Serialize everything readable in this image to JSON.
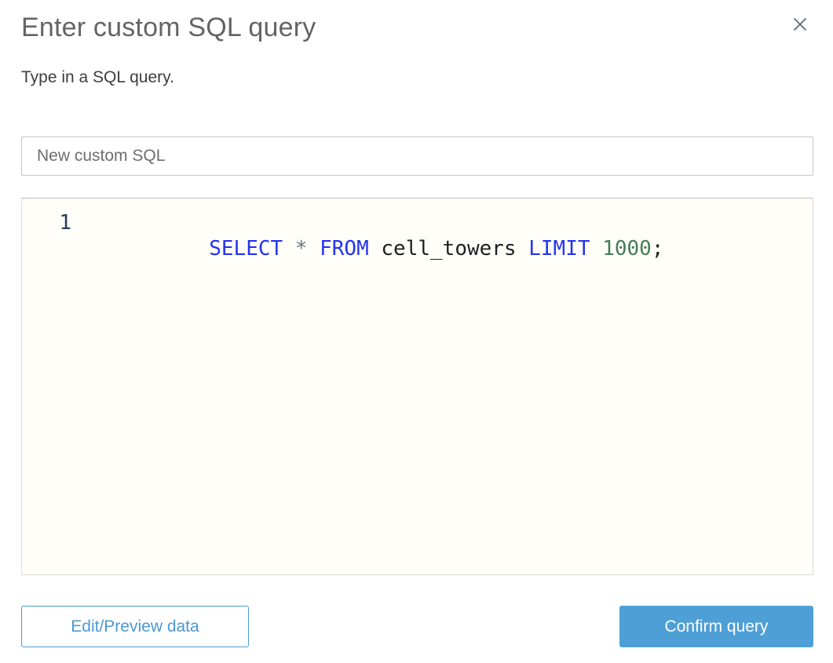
{
  "dialog": {
    "title": "Enter custom SQL query",
    "subtitle": "Type in a SQL query."
  },
  "icons": {
    "close": "×"
  },
  "name_input": {
    "value": "New custom SQL"
  },
  "editor": {
    "line_number": "1",
    "query_text": "SELECT * FROM cell_towers LIMIT 1000;",
    "tokens": [
      {
        "text": "SELECT",
        "class": "tok-keyword"
      },
      {
        "text": " ",
        "class": "tok-plain"
      },
      {
        "text": "*",
        "class": "tok-operator"
      },
      {
        "text": " ",
        "class": "tok-plain"
      },
      {
        "text": "FROM",
        "class": "tok-keyword"
      },
      {
        "text": " cell_towers ",
        "class": "tok-plain"
      },
      {
        "text": "LIMIT",
        "class": "tok-keyword"
      },
      {
        "text": " ",
        "class": "tok-plain"
      },
      {
        "text": "1000",
        "class": "tok-number"
      },
      {
        "text": ";",
        "class": "tok-plain"
      }
    ]
  },
  "footer": {
    "edit_preview_label": "Edit/Preview data",
    "confirm_label": "Confirm query"
  },
  "colors": {
    "accent_blue": "#4e9fd6",
    "outline_button_blue": "#4a9ad2",
    "keyword_blue": "#2433ef",
    "number_green": "#447c55",
    "operator_gray": "#687687",
    "line_number_navy": "#24395c",
    "editor_background": "#fffef8",
    "title_gray": "#646464"
  }
}
